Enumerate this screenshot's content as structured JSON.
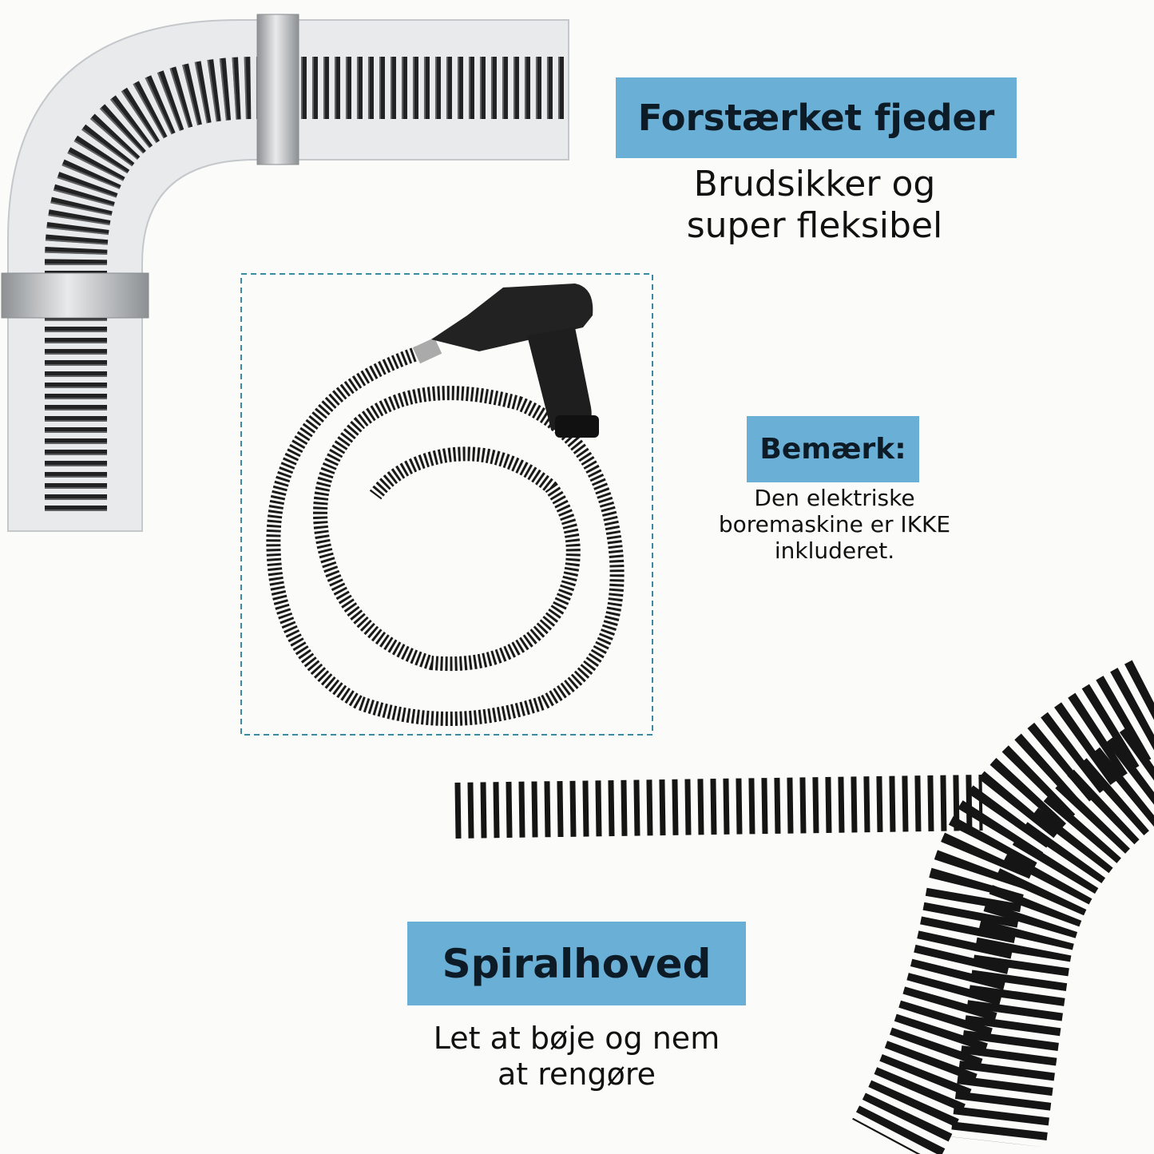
{
  "feature_top": {
    "heading": "Forstærket fjeder",
    "line1": "Brudsikker og",
    "line2": "super fleksibel"
  },
  "note": {
    "heading": "Bemærk:",
    "line1": "Den elektriske",
    "line2": "boremaskine er IKKE",
    "line3": "inkluderet."
  },
  "feature_bottom": {
    "heading": "Spiralhoved",
    "line1": "Let at bøje og nem",
    "line2": "at rengøre"
  },
  "colors": {
    "label_bg": "#6aafd6",
    "dash_frame": "#3d8aa0",
    "spring": "#151515",
    "pipe": "#e6e8ea"
  }
}
